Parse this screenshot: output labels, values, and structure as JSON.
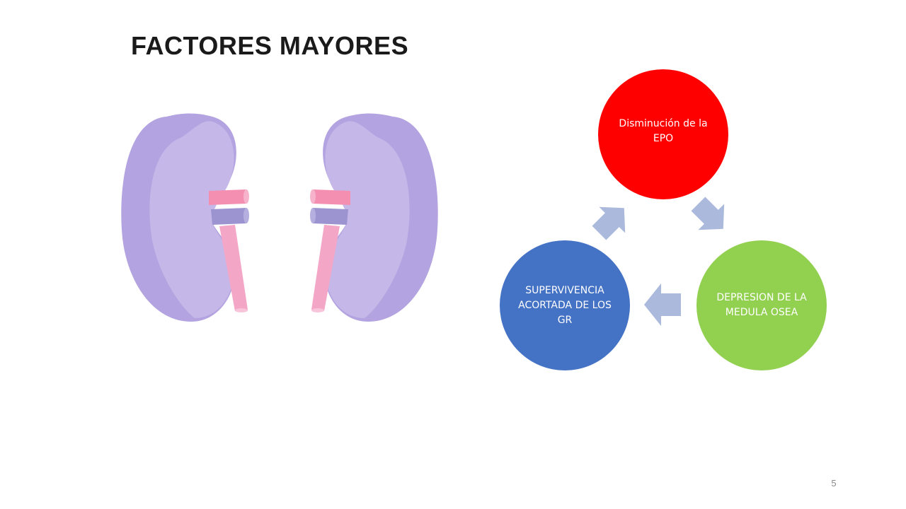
{
  "slide": {
    "title": "FACTORES MAYORES",
    "page_number": "5"
  },
  "cycle": {
    "nodes": [
      {
        "label": "Disminución de la EPO",
        "color": "#ff0000"
      },
      {
        "label": "DEPRESION DE LA MEDULA OSEA",
        "color": "#92d050"
      },
      {
        "label": "SUPERVIVENCIA ACORTADA DE LOS GR",
        "color": "#4472c4"
      }
    ],
    "arrow_color": "#aab9dc"
  },
  "illustration": {
    "kidney_outer_color": "#b3a3e0",
    "kidney_inner_color": "#c5b8e8",
    "artery_color": "#f48fb1",
    "vein_color": "#9b94d0",
    "ureter_color": "#f4a6c7"
  }
}
